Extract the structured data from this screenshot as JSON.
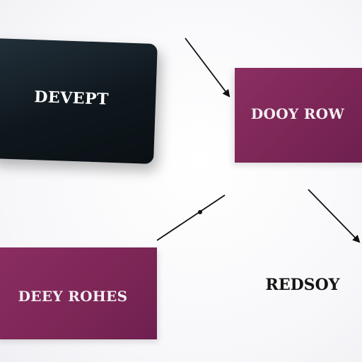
{
  "cards": {
    "black_card": {
      "label": "DEVEPT"
    },
    "purple_card_top": {
      "label": "DOOY ROW"
    },
    "purple_card_bottom": {
      "label": "DEEY ROHES"
    }
  },
  "loose_text": {
    "label": "REDSOY"
  },
  "colors": {
    "background": "#fbfbfd",
    "black_card": "#131c22",
    "purple_card": "#7f2858",
    "arrow": "#111111"
  }
}
